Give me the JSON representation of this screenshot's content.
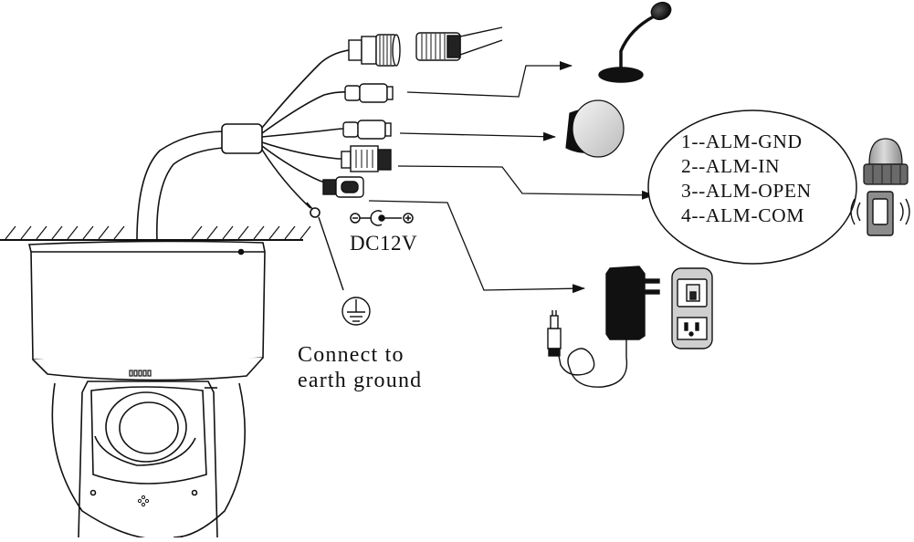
{
  "diagram": {
    "power_label": "DC12V",
    "earth_label_line1": "Connect to",
    "earth_label_line2": "earth ground",
    "alarm_pins": [
      "1--ALM-GND",
      "2--ALM-IN",
      "3--ALM-OPEN",
      "4--ALM-COM"
    ]
  }
}
